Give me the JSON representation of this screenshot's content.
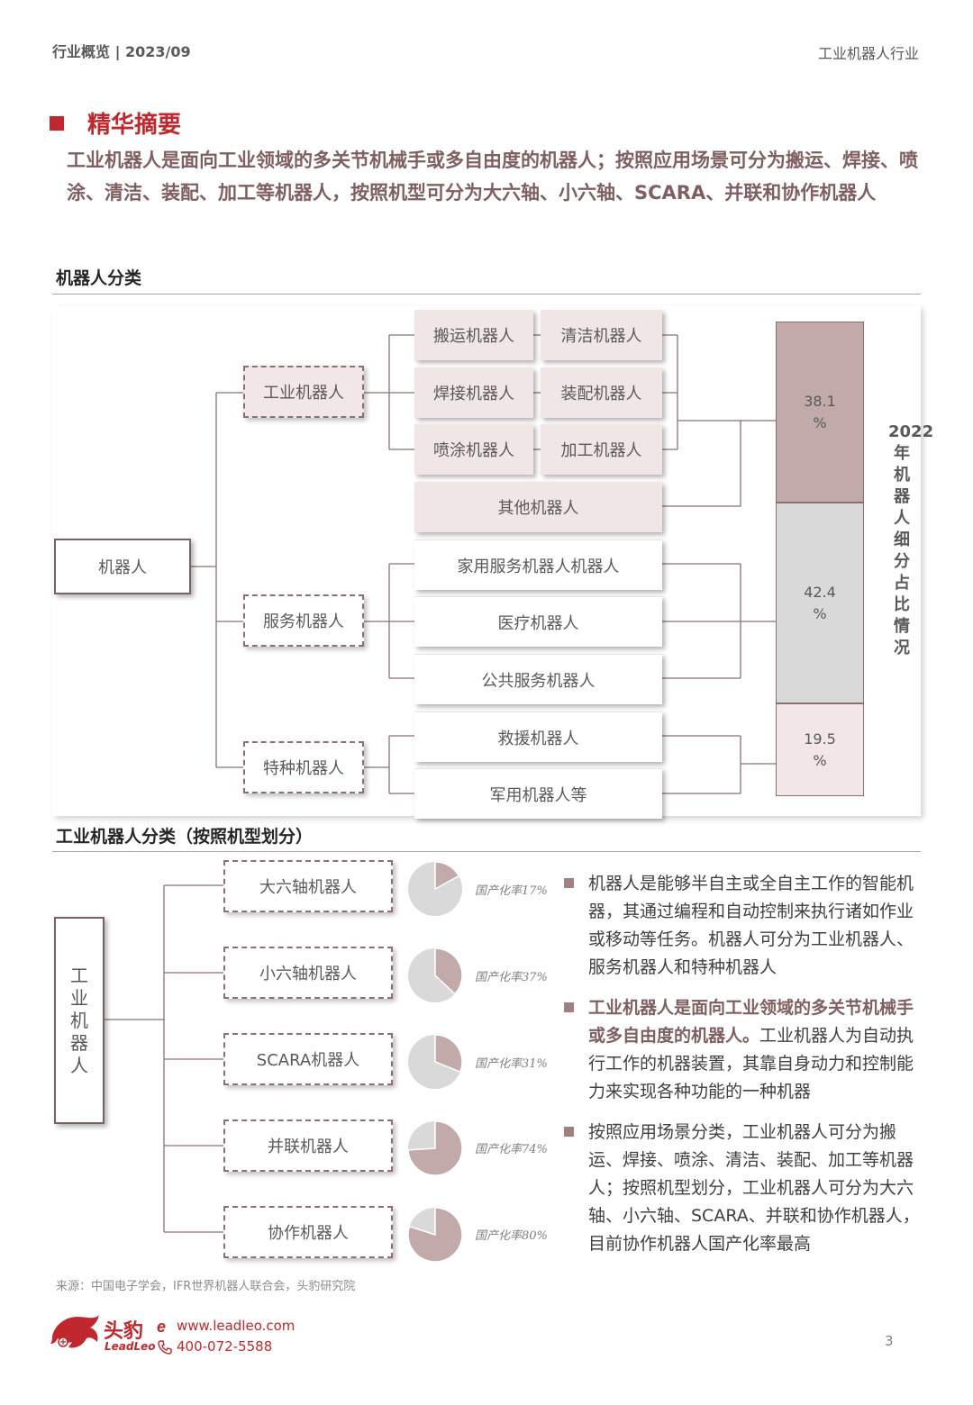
{
  "header": {
    "left": "行业概览 | 2023/09",
    "right": "工业机器人行业"
  },
  "section": {
    "title": "精华摘要",
    "summary": "工业机器人是面向工业领域的多关节机械手或多自由度的机器人；按照应用场景可分为搬运、焊接、喷涂、清洁、装配、加工等机器人，按照机型可分为大六轴、小六轴、SCARA、并联和协作机器人"
  },
  "diagram1": {
    "heading": "机器人分类",
    "root": "机器人",
    "categories": [
      "工业机器人",
      "服务机器人",
      "特种机器人"
    ],
    "industrial_leaves": [
      "搬运机器人",
      "清洁机器人",
      "焊接机器人",
      "装配机器人",
      "喷涂机器人",
      "加工机器人",
      "其他机器人"
    ],
    "service_leaves": [
      "家用服务机器人机器人",
      "医疗机器人",
      "公共服务机器人"
    ],
    "special_leaves": [
      "救援机器人",
      "军用机器人等"
    ],
    "bar": {
      "segments": [
        {
          "value": "38.1",
          "unit": "%",
          "color": "#c2aaaa"
        },
        {
          "value": "42.4",
          "unit": "%",
          "color": "#d9d9d9"
        },
        {
          "value": "19.5",
          "unit": "%",
          "color": "#f2e6e6"
        }
      ],
      "values": [
        38.1,
        42.4,
        19.5
      ]
    },
    "vertical_label": "2022年机器人细分占比情况"
  },
  "diagram2": {
    "heading": "工业机器人分类（按照机型划分）",
    "root": "工业机器人",
    "types": [
      {
        "name": "大六轴机器人",
        "label": "国产化率17%",
        "rate": 17
      },
      {
        "name": "小六轴机器人",
        "label": "国产化率37%",
        "rate": 37
      },
      {
        "name": "SCARA机器人",
        "label": "国产化率31%",
        "rate": 31
      },
      {
        "name": "并联机器人",
        "label": "国产化率74%",
        "rate": 74
      },
      {
        "name": "协作机器人",
        "label": "国产化率80%",
        "rate": 80
      }
    ],
    "pie_colors": {
      "filled": "#c2aaaa",
      "rest": "#d9d9d9"
    }
  },
  "bullets": [
    {
      "bold": "",
      "text": "机器人是能够半自主或全自主工作的智能机器，其通过编程和自动控制来执行诸如作业或移动等任务。机器人可分为工业机器人、服务机器人和特种机器人"
    },
    {
      "bold": "工业机器人是面向工业领域的多关节机械手或多自由度的机器人。",
      "text": "工业机器人为自动执行工作的机器装置，其靠自身动力和控制能力来实现各种功能的一种机器"
    },
    {
      "bold": "",
      "text": "按照应用场景分类，工业机器人可分为搬运、焊接、喷涂、清洁、装配、加工等机器人；按照机型划分，工业机器人可分为大六轴、小六轴、SCARA、并联和协作机器人，目前协作机器人国产化率最高"
    }
  ],
  "source": "来源：中国电子学会，IFR世界机器人联合会，头豹研究院",
  "footer": {
    "brand_cn": "头豹",
    "brand_en": "LeadLeo",
    "web": "www.leadleo.com",
    "tel": "400-072-5588",
    "page": "3"
  }
}
